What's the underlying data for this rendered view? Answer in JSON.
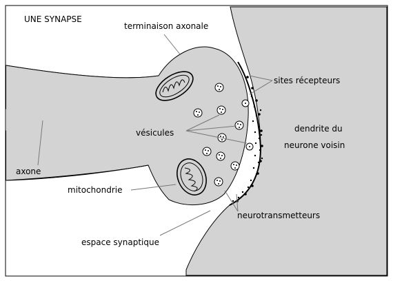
{
  "title": "UNE SYNAPSE",
  "labels": {
    "terminal": "terminaison axonale",
    "receptor_sites": "sites récepteurs",
    "vesicles": "vésicules",
    "dendrite_line1": "dendrite du",
    "dendrite_line2": "neurone voisin",
    "axon": "axone",
    "mitochondria": "mitochondrie",
    "neurotransmitters": "neurotransmetteurs",
    "synaptic_cleft": "espace synaptique"
  },
  "colors": {
    "tissue_fill": "#d3d3d3",
    "background": "#ffffff",
    "outline": "#000000",
    "leader_line": "#777777"
  }
}
